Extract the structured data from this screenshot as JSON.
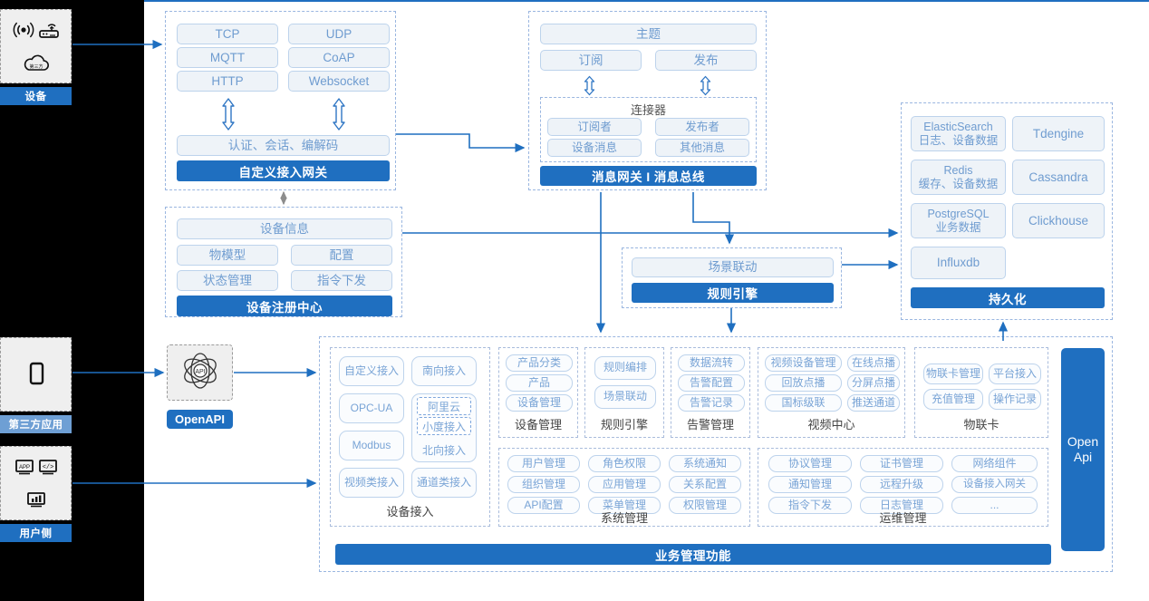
{
  "theme": {
    "accent": "#1f6fc0",
    "accent_light": "#6e9fd4",
    "pill_text": "#6f9cd0",
    "pill_border": "#bdd3ec",
    "pill_bg": "#eef3f8",
    "group_border": "#9ab6e0",
    "canvas_bg": "#ffffff",
    "rail_bg": "#000000"
  },
  "rail": {
    "groups": [
      {
        "label": "设备",
        "label_style": "solid",
        "icons": [
          "signal-wave-icon",
          "router-icon",
          "cloud-icon"
        ]
      },
      {
        "label": "第三方应用",
        "label_style": "light",
        "icons": [
          "mobile-phone-icon"
        ]
      },
      {
        "label": "用户侧",
        "label_style": "solid",
        "icons": [
          "app-window-icon",
          "code-window-icon",
          "dashboard-chart-icon"
        ]
      }
    ]
  },
  "access_gateway": {
    "protocols": [
      "TCP",
      "UDP",
      "MQTT",
      "CoAP",
      "HTTP",
      "Websocket"
    ],
    "middle": "认证、会话、编解码",
    "bar": "自定义接入网关"
  },
  "message_gateway": {
    "topic": "主题",
    "subscribe": "订阅",
    "publish": "发布",
    "connector_title": "连接器",
    "connector_items": [
      "订阅者",
      "发布者",
      "设备消息",
      "其他消息"
    ],
    "bar": "消息网关 I 消息总线"
  },
  "device_registry": {
    "info": "设备信息",
    "items": [
      "物模型",
      "配置",
      "状态管理",
      "指令下发"
    ],
    "bar": "设备注册中心"
  },
  "rule_engine": {
    "item": "场景联动",
    "bar": "规则引擎"
  },
  "persistence": {
    "stores": [
      {
        "name": "ElasticSearch",
        "desc": "日志、设备数据"
      },
      {
        "name": "Tdengine",
        "desc": ""
      },
      {
        "name": "Redis",
        "desc": "缓存、设备数据"
      },
      {
        "name": "Cassandra",
        "desc": ""
      },
      {
        "name": "PostgreSQL",
        "desc": "业务数据"
      },
      {
        "name": "Clickhouse",
        "desc": ""
      },
      {
        "name": "Influxdb",
        "desc": ""
      }
    ],
    "bar": "持久化"
  },
  "openapi": {
    "icon": "api-atom-icon",
    "badge": "OpenAPI",
    "vertical_label": "Open\nApi",
    "vertical_line1": "Open",
    "vertical_line2": "Api"
  },
  "business": {
    "bar": "业务管理功能",
    "device_access": {
      "caption": "设备接入",
      "left": [
        "自定义接入",
        "OPC-UA",
        "Modbus",
        "视频类接入"
      ],
      "right_top": "南向接入",
      "nested": [
        "阿里云",
        "小度接入"
      ],
      "nested_parent": "北向接入",
      "right_bottom": "通道类接入"
    },
    "columns": [
      {
        "caption": "设备管理",
        "items": [
          "产品分类",
          "产品",
          "设备管理"
        ]
      },
      {
        "caption": "规则引擎",
        "items": [
          "规则编排",
          "场景联动"
        ]
      },
      {
        "caption": "告警管理",
        "items": [
          "数据流转",
          "告警配置",
          "告警记录"
        ]
      },
      {
        "caption": "视频中心",
        "items": [
          "视频设备管理",
          "在线点播",
          "回放点播",
          "分屏点播",
          "国标级联",
          "推送通道"
        ]
      },
      {
        "caption": "物联卡",
        "items": [
          "物联卡管理",
          "平台接入",
          "充值管理",
          "操作记录"
        ]
      },
      {
        "caption": "系统管理",
        "items": [
          "用户管理",
          "角色权限",
          "系统通知",
          "组织管理",
          "应用管理",
          "关系配置",
          "API配置",
          "菜单管理",
          "权限管理"
        ]
      },
      {
        "caption": "运维管理",
        "items": [
          "协议管理",
          "证书管理",
          "网络组件",
          "通知管理",
          "远程升级",
          "设备接入网关",
          "指令下发",
          "日志管理",
          "..."
        ]
      }
    ]
  }
}
